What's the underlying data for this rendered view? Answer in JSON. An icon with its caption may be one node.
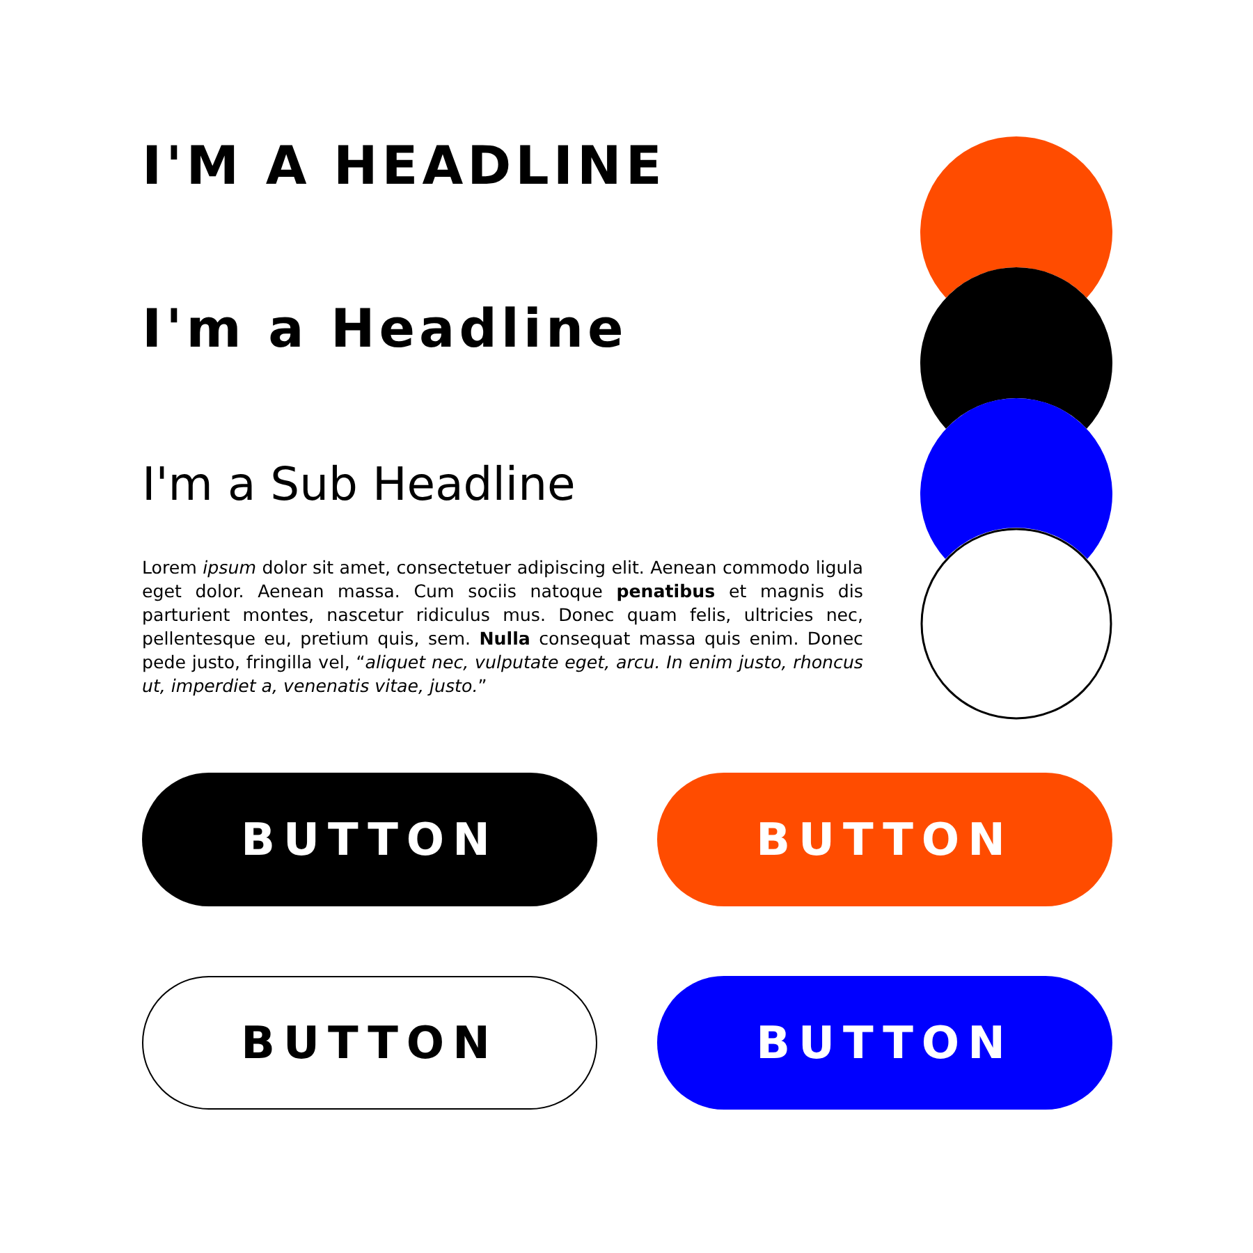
{
  "diagram": {
    "nodes": [
      {
        "text": [],
        "shape": "circle"
      },
      {
        "text": [],
        "shape": "circle"
      },
      {
        "text": [],
        "shape": "circle"
      },
      {
        "text": [],
        "shape": "circle"
      },
      {
        "text": [
          "BUTTON"
        ]
      },
      {
        "text": [
          "BUTTON"
        ]
      },
      {
        "text": [
          "BUTTON"
        ]
      },
      {
        "text": [
          "BUTTON"
        ]
      }
    ],
    "labels": [
      "I'M A HEADLINE",
      "I'm a Headline",
      "I'm a Sub Headline",
      "Lorem *ipsum* dolor sit amet, consectetuer adipiscing elit. Aenean commodo ligula eget dolor. Aenean massa. Cum sociis natoque **penatibus** et magnis dis parturient montes, nascetur ridiculus mus. Donec quam felis, ultricies nec, pellentesque eu, pretium quis, sem. **Nulla** consequat massa quis enim. Donec pede justo, fringilla vel, “*aliquet nec, vulputate eget, arcu. In enim justo, rhoncus ut, imperdiet a, venenatis vitae, justo.*”"
    ]
  }
}
